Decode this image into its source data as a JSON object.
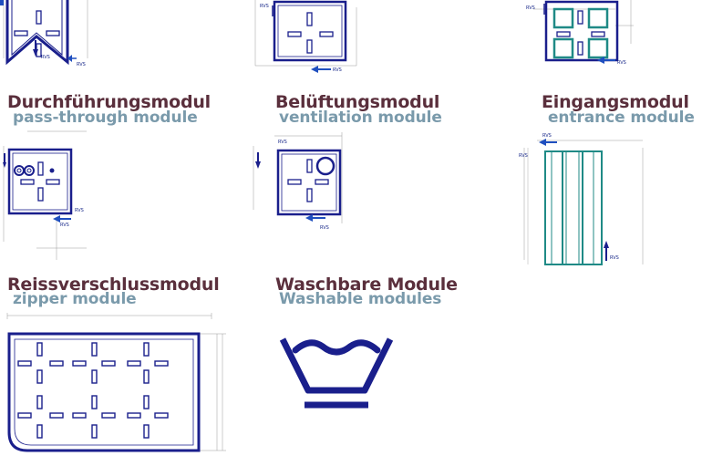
{
  "colors": {
    "navy": "#1a1f8c",
    "teal": "#1f8a86",
    "blue_arrow": "#1f4fbf",
    "dim_line": "#9a9a9a",
    "title_de": "#5a2f3c",
    "title_en": "#7a9aab"
  },
  "modules": [
    {
      "title_de": "Durchführungsmodul",
      "title_en": "pass-through module"
    },
    {
      "title_de": "Belüftungsmodul",
      "title_en": "ventilation module"
    },
    {
      "title_de": "Eingangsmodul",
      "title_en": "entrance module"
    },
    {
      "title_de": "Reissverschlussmodul",
      "title_en": "zipper module"
    },
    {
      "title_de": "Waschbare Module",
      "title_en": "Washable modules"
    }
  ],
  "diagram_labels": {
    "rvs": "RVS"
  },
  "icons": [
    "wash-basin-icon"
  ]
}
